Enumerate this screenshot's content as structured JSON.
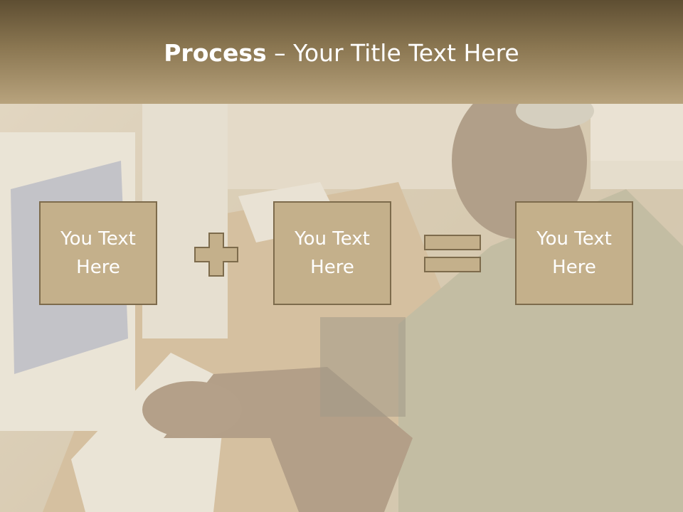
{
  "title": {
    "bold": "Process",
    "separator": " – ",
    "rest": "Your Title Text Here"
  },
  "boxes": [
    {
      "text": "You Text Here"
    },
    {
      "text": "You Text Here"
    },
    {
      "text": "You Text Here"
    }
  ],
  "operators": {
    "first": "plus-icon",
    "second": "equals-icon"
  },
  "colors": {
    "title_band_top": "#5e4e32",
    "title_band_bottom": "#b8a37d",
    "box_fill": "#c4b08b",
    "box_border": "#7d6b4c",
    "title_text": "#ffffff"
  }
}
